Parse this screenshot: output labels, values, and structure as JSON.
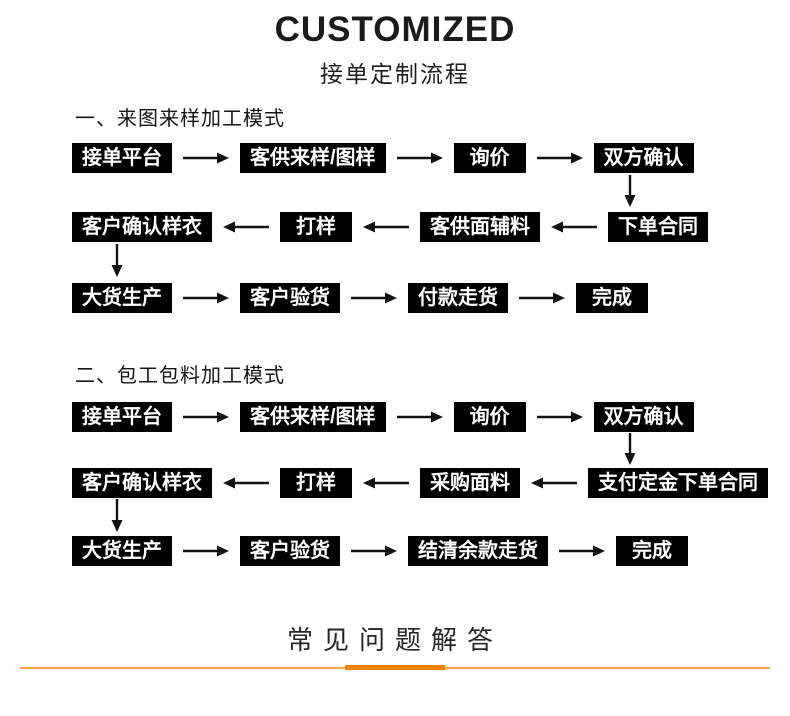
{
  "colors": {
    "accent_orange": "#F08200",
    "accent_orange_light": "#F2A24D",
    "step_background": "#000000",
    "step_text": "#FFFFFF"
  },
  "header": {
    "title": "CUSTOMIZED",
    "subtitle": "接单定制流程"
  },
  "sections": [
    {
      "heading": "一、来图来样加工模式",
      "rows": [
        {
          "flow": "right",
          "boxes": [
            "接单平台",
            "客供来样/图样",
            "询价",
            "双方确认"
          ]
        },
        {
          "flow": "left",
          "boxes": [
            "客户确认样衣",
            "打样",
            "客供面辅料",
            "下单合同"
          ]
        },
        {
          "flow": "right",
          "boxes": [
            "大货生产",
            "客户验货",
            "付款走货",
            "完成"
          ]
        }
      ]
    },
    {
      "heading": "二、包工包料加工模式",
      "rows": [
        {
          "flow": "right",
          "boxes": [
            "接单平台",
            "客供来样/图样",
            "询价",
            "双方确认"
          ]
        },
        {
          "flow": "left",
          "boxes": [
            "客户确认样衣",
            "打样",
            "采购面料",
            "支付定金下单合同"
          ]
        },
        {
          "flow": "right",
          "boxes": [
            "大货生产",
            "客户验货",
            "结清余款走货",
            "完成"
          ]
        }
      ]
    }
  ],
  "footer": {
    "title": "常见问题解答"
  },
  "icons": {
    "arrow_right": "→",
    "arrow_left": "←",
    "arrow_down": "↓"
  }
}
